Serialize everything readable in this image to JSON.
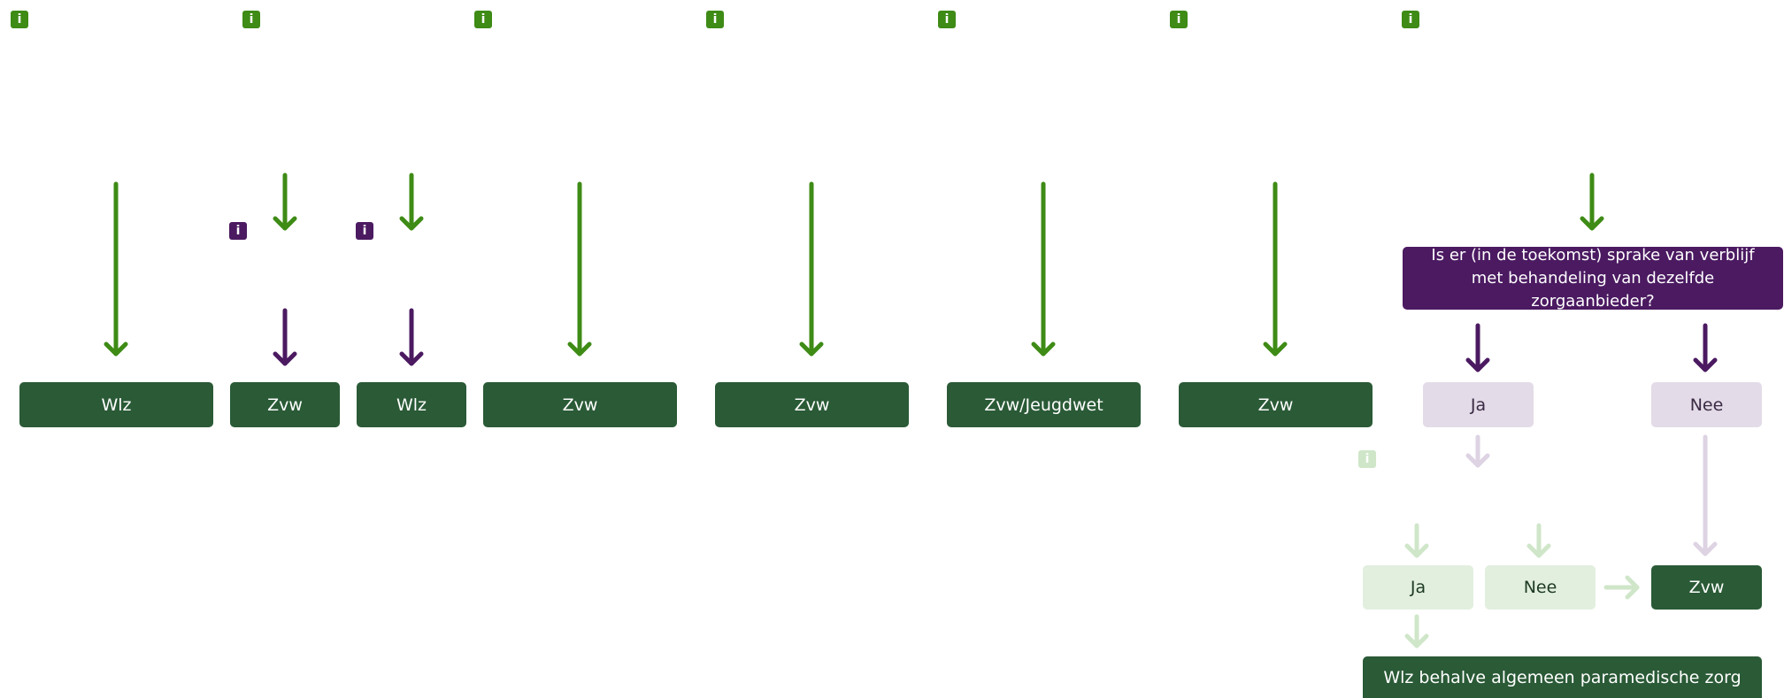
{
  "info_icon_glyph": "i",
  "colors": {
    "green_arrow": "#3e8b16",
    "purple_arrow": "#4b1a61",
    "lavender_arrow": "#ddd3e3",
    "pale_green_arrow": "#cfe6c9",
    "dark_green_box": "#2a5a36",
    "purple_box": "#4b1a61"
  },
  "question": "Is er (in de toekomst) sprake van verblijf met behandeling van dezelfde zorgaanbieder?",
  "boxes": {
    "col1": "Wlz",
    "col2a": "Zvw",
    "col2b": "Wlz",
    "col3": "Zvw",
    "col4": "Zvw",
    "col5": "Zvw/Jeugdwet",
    "col6": "Zvw",
    "ja": "Ja",
    "nee": "Nee",
    "sub_ja": "Ja",
    "sub_nee": "Nee",
    "sub_zvw": "Zvw",
    "final": "Wlz behalve algemeen paramedische zorg"
  }
}
